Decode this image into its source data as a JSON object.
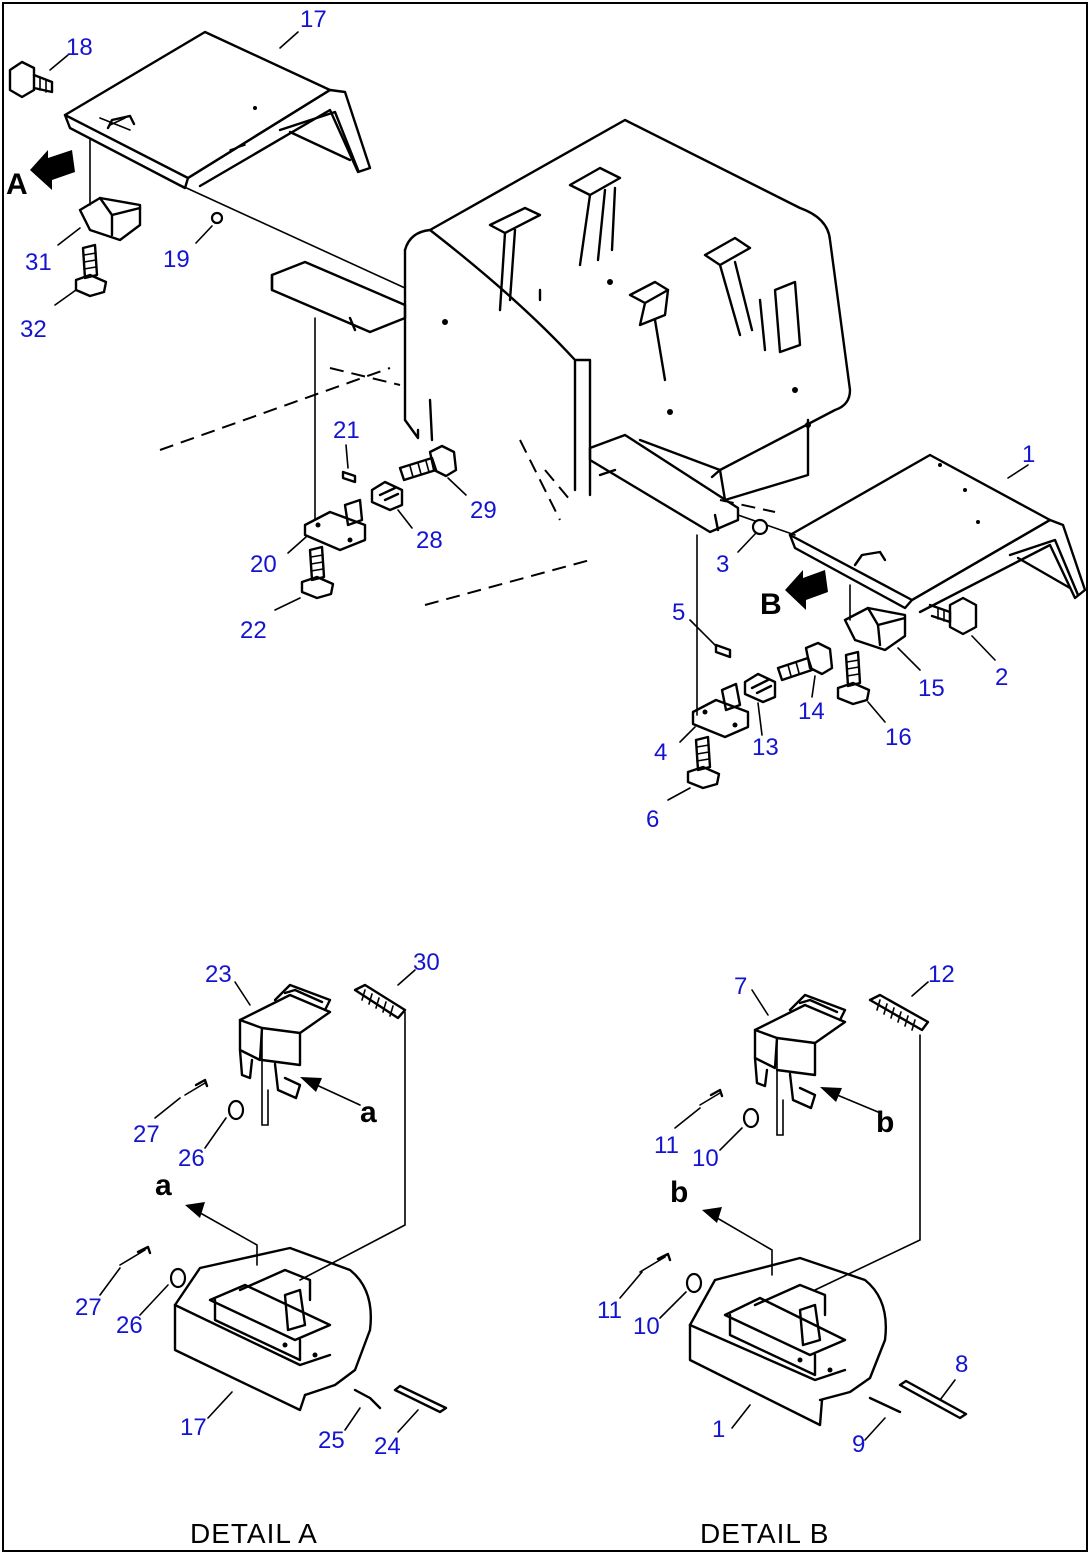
{
  "callouts": {
    "c1": "1",
    "c2": "2",
    "c3": "3",
    "c4": "4",
    "c5": "5",
    "c6": "6",
    "c13": "13",
    "c14": "14",
    "c15": "15",
    "c16": "16",
    "c17": "17",
    "c18": "18",
    "c19": "19",
    "c20": "20",
    "c21": "21",
    "c22": "22",
    "c28": "28",
    "c29": "29",
    "c31": "31",
    "c32": "32"
  },
  "detail_a": {
    "title": "DETAIL A",
    "c17": "17",
    "c23": "23",
    "c24": "24",
    "c25": "25",
    "c26a": "26",
    "c26b": "26",
    "c27a": "27",
    "c27b": "27",
    "c30": "30"
  },
  "detail_b": {
    "title": "DETAIL B",
    "c1": "1",
    "c7": "7",
    "c8": "8",
    "c9": "9",
    "c10a": "10",
    "c10b": "10",
    "c11a": "11",
    "c11b": "11",
    "c12": "12"
  },
  "view_arrows": {
    "a": "A",
    "b": "B"
  },
  "ref_letters": {
    "a_top": "a",
    "a_bottom": "a",
    "b_top": "b",
    "b_bottom": "b"
  },
  "colors": {
    "callout": "#1414d0",
    "line": "#000000",
    "background": "#ffffff"
  }
}
